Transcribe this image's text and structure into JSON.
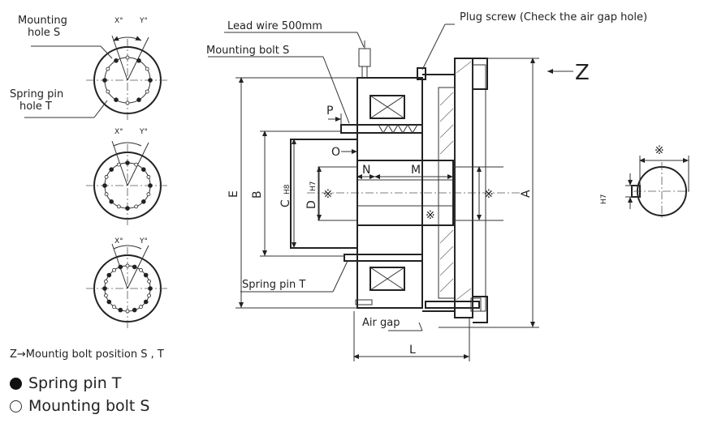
{
  "left_views": {
    "mounting_hole": "Mounting\nhole S",
    "spring_pin_hole": "Spring pin\nhole T",
    "x_angle": "X°",
    "y_angle": "Y°",
    "caption": "Z→Mountig bolt position S , T"
  },
  "callouts": {
    "lead_wire": "Lead wire 500mm",
    "plug_screw": "Plug screw (Check the air gap hole)",
    "mounting_bolt": "Mounting bolt S",
    "spring_pin": "Spring pin T",
    "air_gap": "Air gap",
    "view_arrow": "Z"
  },
  "dimensions": {
    "P": "P",
    "O": "O",
    "N": "N",
    "M": "M",
    "E": "E",
    "B": "B",
    "C": "C",
    "C_fit": "H8",
    "D": "D",
    "D_fit": "H7",
    "A": "A",
    "L": "L",
    "keyway_fit": "H7",
    "mark": "※"
  },
  "legend": {
    "spring_pin": "Spring pin T",
    "mounting_bolt": "Mounting bolt S"
  }
}
